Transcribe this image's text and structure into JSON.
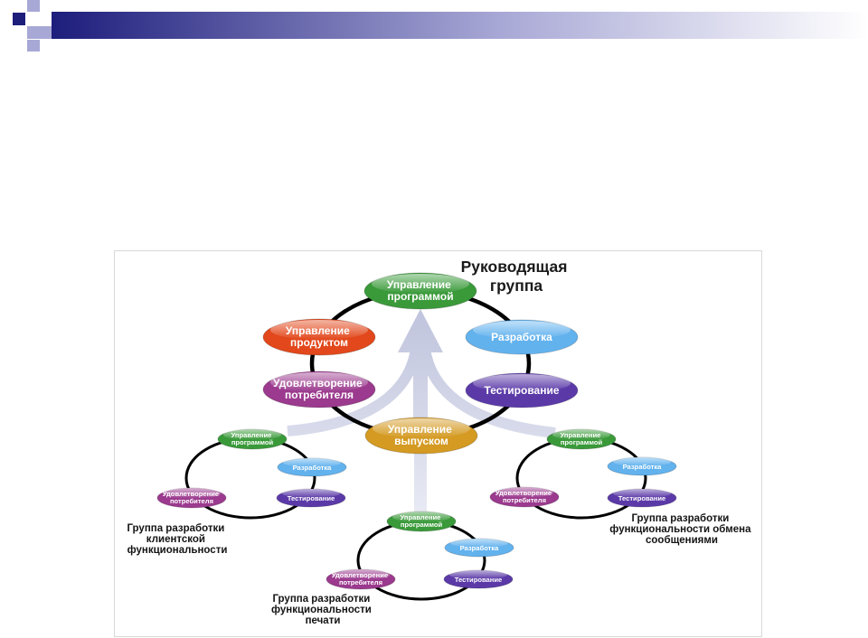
{
  "colors": {
    "decor_dark": "#1d1d7c",
    "decor_light": "#a8a8d6",
    "program_mgmt": "#3a9a3a",
    "product_mgmt": "#e2481c",
    "development": "#62b2ee",
    "customer_satisfaction": "#9b3a8e",
    "testing": "#5b3aa8",
    "release_mgmt": "#d49a22",
    "ring": "#000000",
    "arrow": "#bfc3dc"
  },
  "steering_group": {
    "title": [
      "Руководящая",
      "группа"
    ],
    "program_mgmt": [
      "Управление",
      "программой"
    ],
    "product_mgmt": [
      "Управление",
      "продуктом"
    ],
    "development": "Разработка",
    "customer_satisfaction": [
      "Удовлетворение",
      "потребителя"
    ],
    "testing": "Тестирование",
    "release_mgmt": [
      "Управление",
      "выпуском"
    ]
  },
  "feature_groups": [
    {
      "label": [
        "Группа разработки",
        "клиентской",
        "функциональности"
      ],
      "program_mgmt": [
        "Управление",
        "программой"
      ],
      "development": "Разработка",
      "customer_satisfaction": [
        "Удовлетворение",
        "потребителя"
      ],
      "testing": "Тестирование"
    },
    {
      "label": [
        "Группа разработки",
        "функциональности",
        "печати"
      ],
      "program_mgmt": [
        "Управление",
        "программой"
      ],
      "development": "Разработка",
      "customer_satisfaction": [
        "Удовлетворение",
        "потребителя"
      ],
      "testing": "Тестирование"
    },
    {
      "label": [
        "Группа разработки",
        "функциональности обмена",
        "сообщениями"
      ],
      "program_mgmt": [
        "Управление",
        "программой"
      ],
      "development": "Разработка",
      "customer_satisfaction": [
        "Удовлетворение",
        "потребителя"
      ],
      "testing": "Тестирование"
    }
  ]
}
